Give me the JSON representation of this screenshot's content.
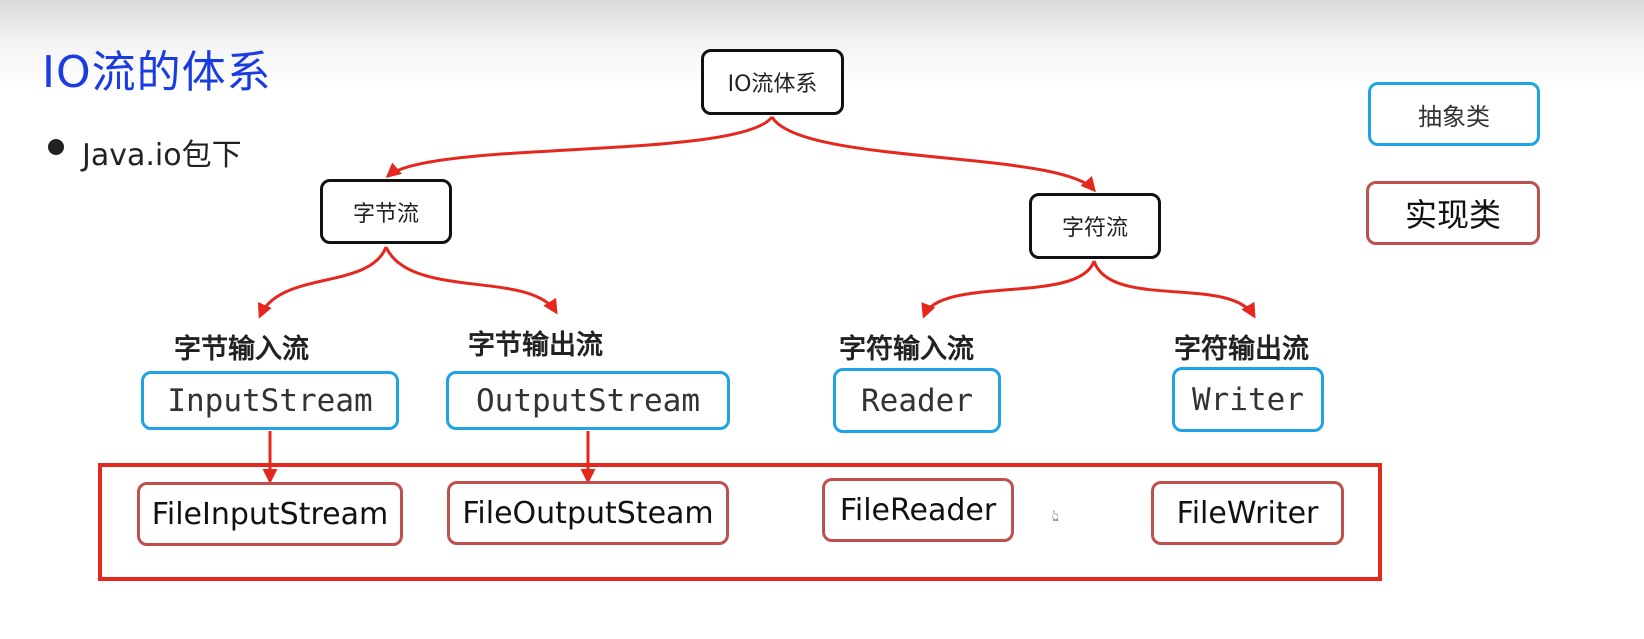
{
  "title": "IO流的体系",
  "bullet": "Java.io包下",
  "root": "IO流体系",
  "byte_stream": {
    "label": "字节流",
    "input": {
      "category": "字节输入流",
      "abstract_class": "InputStream",
      "impl_class": "FileInputStream"
    },
    "output": {
      "category": "字节输出流",
      "abstract_class": "OutputStream",
      "impl_class": "FileOutputSteam"
    }
  },
  "char_stream": {
    "label": "字符流",
    "input": {
      "category": "字符输入流",
      "abstract_class": "Reader",
      "impl_class": "FileReader"
    },
    "output": {
      "category": "字符输出流",
      "abstract_class": "Writer",
      "impl_class": "FileWriter"
    }
  },
  "legend": {
    "abstract": "抽象类",
    "implementation": "实现类"
  },
  "colors": {
    "title": "#1a3ce0",
    "abstract_border": "#1ea3e6",
    "impl_border": "#c0504d",
    "arrow": "#e5281e"
  }
}
